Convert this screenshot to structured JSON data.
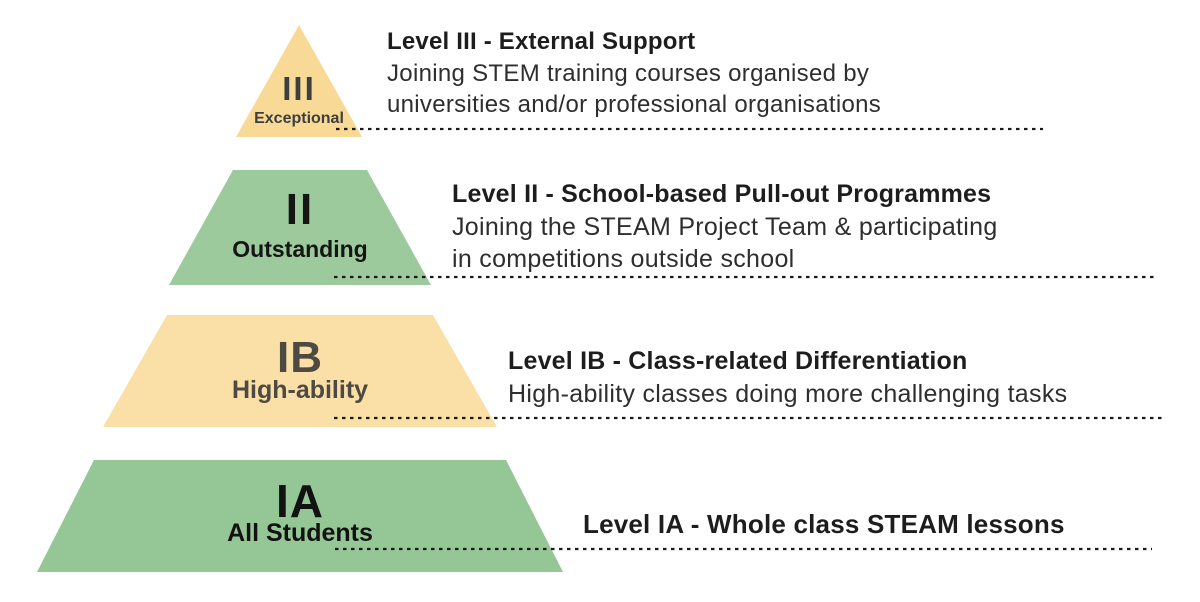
{
  "diagram": {
    "type": "segmented-pyramid",
    "tiers": [
      {
        "id": "III",
        "label": "III",
        "sublabel": "Exceptional",
        "shape_color": "#F8D996",
        "label_color": "#3E3E3E",
        "heading": "Level III - External Support",
        "body_line_1": "Joining STEM training courses organised by",
        "body_line_2": "universities and/or professional organisations"
      },
      {
        "id": "II",
        "label": "II",
        "sublabel": "Outstanding",
        "shape_color": "#9CCA9C",
        "label_color": "#151515",
        "heading": "Level II - School-based Pull-out Programmes",
        "body_line_1": "Joining the STEAM Project Team & participating",
        "body_line_2": "in competitions outside school"
      },
      {
        "id": "IB",
        "label": "IB",
        "sublabel": "High-ability",
        "shape_color": "#FADFA6",
        "label_color": "#4C4A43",
        "heading": "Level IB - Class-related Differentiation",
        "body_line_1": "High-ability classes doing more challenging tasks",
        "body_line_2": ""
      },
      {
        "id": "IA",
        "label": "IA",
        "sublabel": "All Students",
        "shape_color": "#95C696",
        "label_color": "#121212",
        "heading": "Level IA - Whole class STEAM lessons",
        "body_line_1": "",
        "body_line_2": ""
      }
    ],
    "colors": {
      "background": "#ffffff",
      "dotted_line": "#1a1a1a"
    }
  }
}
